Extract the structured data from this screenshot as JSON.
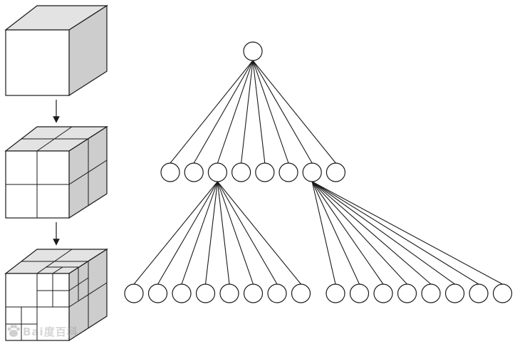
{
  "figure": {
    "type": "octree-subdivision-diagram",
    "subdivision_levels": 3,
    "cube_stages": [
      "whole-cube",
      "split-once",
      "split-twice"
    ],
    "tree": {
      "root_children": 8,
      "expanded_children": [
        2,
        6
      ],
      "grandchildren_per_expanded_node": 8
    },
    "colors": {
      "stroke": "#1a1a1a",
      "cube_front": "#ffffff",
      "cube_top": "#e3e3e3",
      "cube_side": "#cdcdcd",
      "node_fill": "#ffffff"
    }
  },
  "watermark": {
    "text": "Bai度百科",
    "icon": "paw-icon"
  }
}
